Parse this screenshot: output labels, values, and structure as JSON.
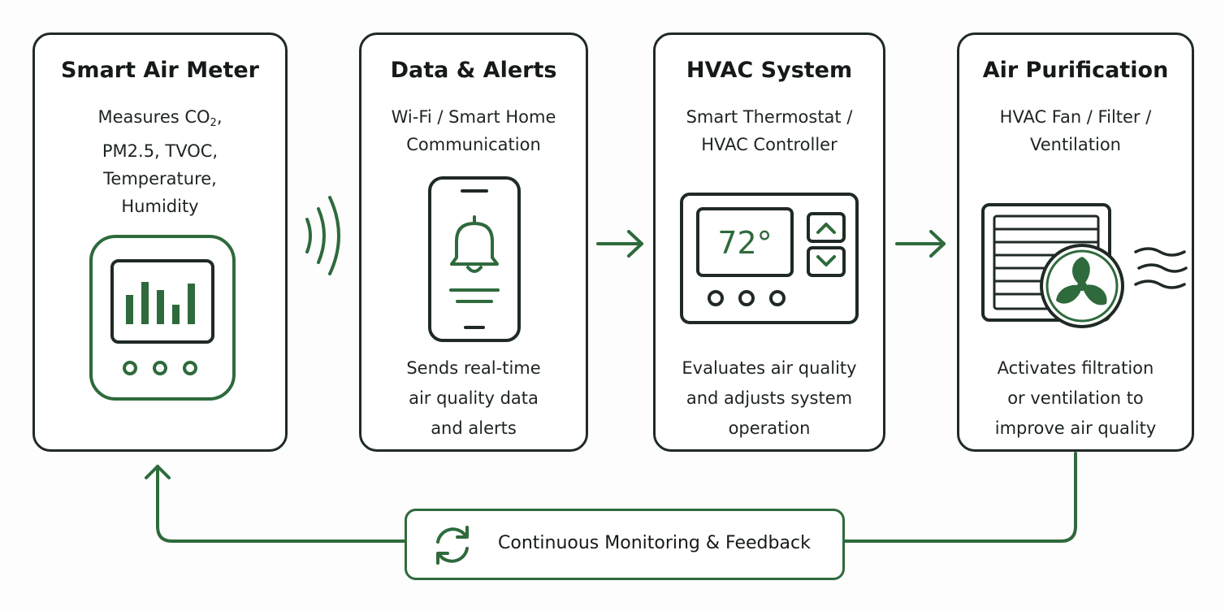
{
  "colors": {
    "accent": "#2e6a3c",
    "border": "#1f2a24"
  },
  "stages": [
    {
      "title": "Smart Air Meter",
      "subtitle": {
        "line1_prefix": "Measures CO",
        "line1_sub": "2",
        "line1_suffix": ",",
        "line2": "PM2.5, TVOC,",
        "line3": "Temperature,",
        "line4": "Humidity"
      },
      "icon": "air-meter-icon"
    },
    {
      "title": "Data & Alerts",
      "subtitle": [
        "Wi-Fi / Smart Home",
        "Communication"
      ],
      "description": [
        "Sends real-time",
        "air quality data",
        "and alerts"
      ],
      "icon": "smartphone-bell-icon"
    },
    {
      "title": "HVAC System",
      "subtitle": [
        "Smart Thermostat /",
        "HVAC Controller"
      ],
      "description": [
        "Evaluates air quality",
        "and adjusts system",
        "operation"
      ],
      "icon": "thermostat-icon",
      "thermostat_reading": "72°"
    },
    {
      "title": "Air Purification",
      "subtitle": [
        "HVAC Fan / Filter /",
        "Ventilation"
      ],
      "description": [
        "Activates filtration",
        "or ventilation to",
        "improve air quality"
      ],
      "icon": "vent-fan-icon"
    }
  ],
  "feedback": {
    "label": "Continuous Monitoring & Feedback",
    "icon": "refresh-cycle-icon"
  }
}
